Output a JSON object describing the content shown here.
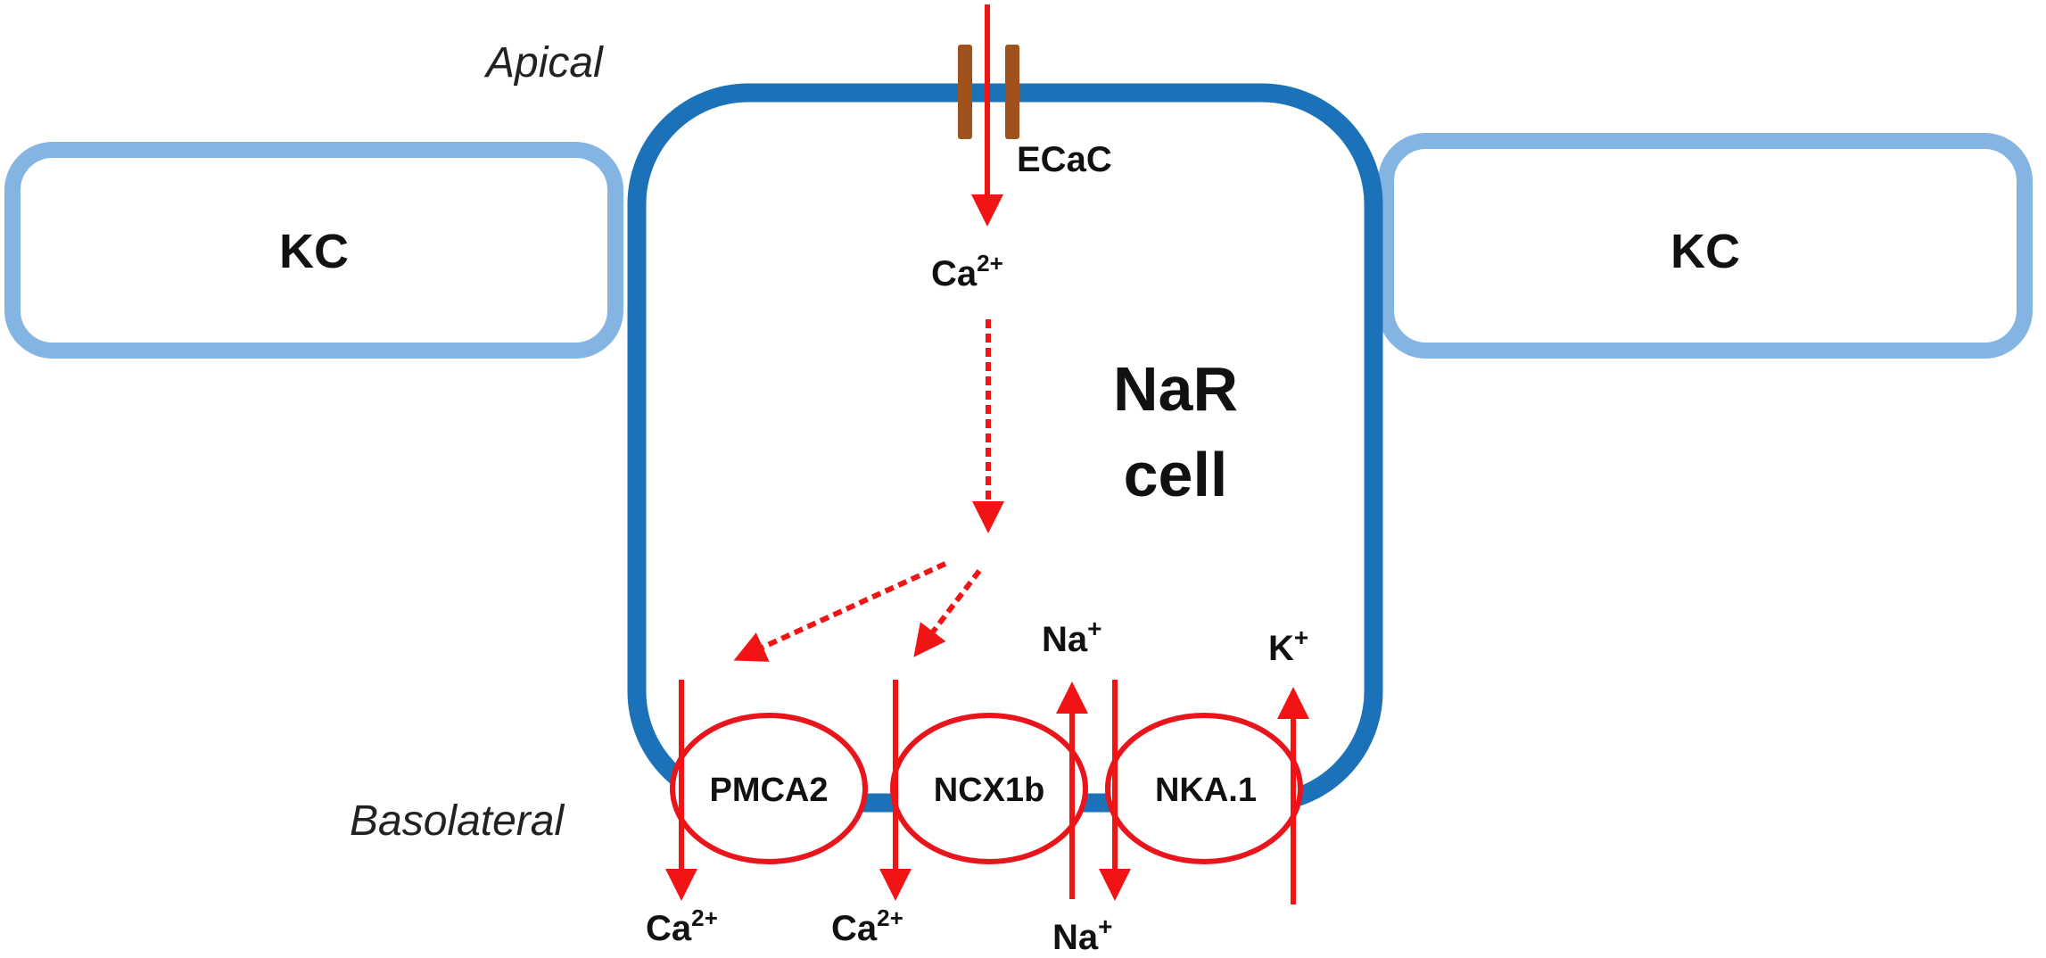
{
  "labels": {
    "apical": "Apical",
    "basolateral": "Basolateral",
    "kc_left": "KC",
    "kc_right": "KC",
    "nar_line1": "NaR",
    "nar_line2": "cell",
    "ecac": "ECaC",
    "ca_inside": "Ca",
    "ca_inside_sup": "2+",
    "pmca2": "PMCA2",
    "ncx1b": "NCX1b",
    "nka1": "NKA.1",
    "na_top": "Na",
    "na_top_sup": "+",
    "k_top": "K",
    "k_top_sup": "+",
    "ca_out_1": "Ca",
    "ca_out_1_sup": "2+",
    "ca_out_2": "Ca",
    "ca_out_2_sup": "2+",
    "na_bottom": "Na",
    "na_bottom_sup": "+"
  },
  "colors": {
    "nar_membrane": "#1c72b8",
    "kc_membrane": "#84b4e2",
    "transport_arrow": "#f01414",
    "transporter_outline": "#e8161c",
    "ecac_channel": "#a0521d"
  }
}
